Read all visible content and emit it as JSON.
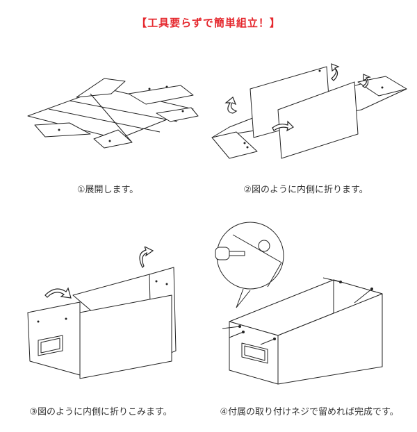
{
  "title": "【工具要らずで簡単組立！】",
  "colors": {
    "title": "#e5282e",
    "line": "#222222"
  },
  "steps": [
    {
      "caption": "①展開します。"
    },
    {
      "caption": "②図のように内側に折ります。"
    },
    {
      "caption": "③図のように内側に折りこみます。"
    },
    {
      "caption": "④付属の取り付けネジで留めれば完成です。"
    }
  ]
}
